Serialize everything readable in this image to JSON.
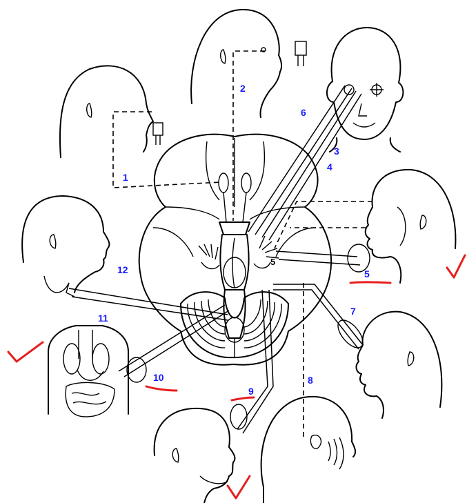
{
  "diagram": {
    "nerve_labels": [
      {
        "id": "1",
        "text": "1"
      },
      {
        "id": "2",
        "text": "2"
      },
      {
        "id": "3",
        "text": "3"
      },
      {
        "id": "4",
        "text": "4"
      },
      {
        "id": "5",
        "text": "5"
      },
      {
        "id": "6",
        "text": "6"
      },
      {
        "id": "7",
        "text": "7"
      },
      {
        "id": "8",
        "text": "8"
      },
      {
        "id": "9",
        "text": "9"
      },
      {
        "id": "10",
        "text": "10"
      },
      {
        "id": "11",
        "text": "11"
      },
      {
        "id": "12",
        "text": "12"
      }
    ],
    "inner_label": "5",
    "underlined_labels": [
      "5",
      "10",
      "9"
    ],
    "checkmark_count": 3,
    "colors": {
      "label": "#1a1aff",
      "annotation": "#e61e1e",
      "line": "#000000"
    }
  }
}
